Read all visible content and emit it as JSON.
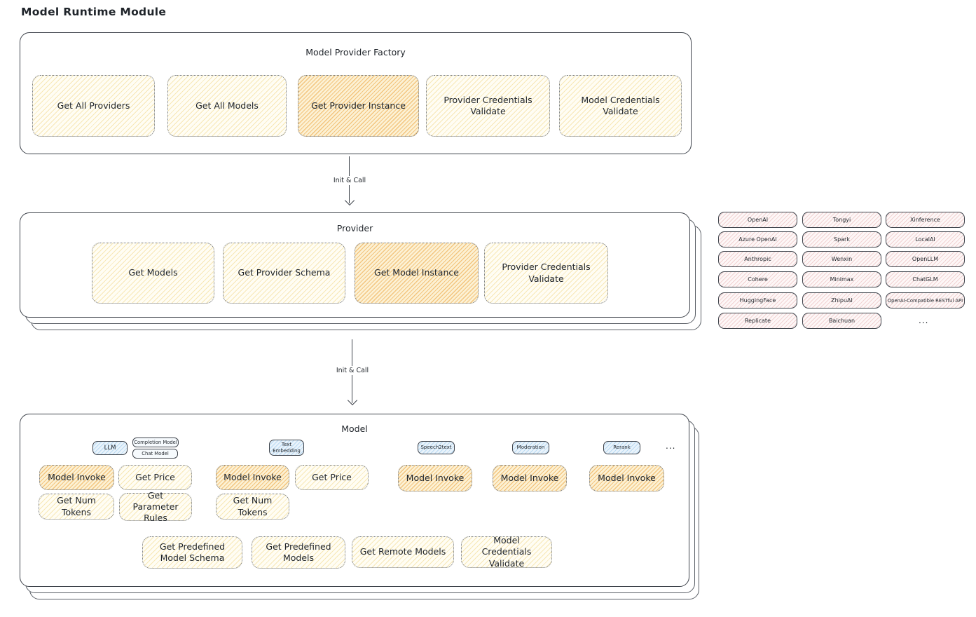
{
  "page_title": "Model Runtime Module",
  "connectors": {
    "arrow1_label": "Init & Call",
    "arrow2_label": "Init & Call"
  },
  "factory": {
    "title": "Model Provider Factory",
    "buttons": [
      "Get All Providers",
      "Get All Models",
      "Get Provider Instance",
      "Provider Credentials Validate",
      "Model Credentials Validate"
    ],
    "highlighted_button": "Get Provider Instance"
  },
  "provider": {
    "title": "Provider",
    "buttons": [
      "Get Models",
      "Get Provider Schema",
      "Get Model Instance",
      "Provider Credentials Validate"
    ],
    "highlighted_button": "Get Model Instance"
  },
  "provider_registry": {
    "items": [
      "OpenAI",
      "Tongyi",
      "Xinference",
      "Azure OpenAI",
      "Spark",
      "LocalAI",
      "Anthropic",
      "Wenxin",
      "OpenLLM",
      "Cohere",
      "Minimax",
      "ChatGLM",
      "HuggingFace",
      "ZhipuAI",
      "OpenAI-Compatible RESTful API",
      "Replicate",
      "Baichuan"
    ],
    "more": "..."
  },
  "model": {
    "title": "Model",
    "type_tags": {
      "llm": "LLM",
      "completion": "Completion Model",
      "chat": "Chat Model",
      "text_embedding": "Text Embedding",
      "speech2text": "Speech2text",
      "moderation": "Moderation",
      "rerank": "Rerank",
      "more": "..."
    },
    "actions": {
      "model_invoke": "Model Invoke",
      "get_price": "Get Price",
      "get_num_tokens": "Get Num Tokens",
      "get_parameter_rules": "Get Parameter Rules"
    },
    "shared_actions": [
      "Get Predefined Model Schema",
      "Get Predefined Models",
      "Get Remote Models",
      "Model Credentials Validate"
    ]
  },
  "colors": {
    "ink": "#3f444c",
    "ink_light": "#5a5f66",
    "dotted": "#6e737a",
    "text": "#1f242a",
    "yellow_base": "#fffdf4",
    "yellow_hatch": "#f7e7b5",
    "orange_base": "#fcf1d4",
    "orange_hatch": "#f3c57f",
    "pink_base": "#fdf7f7",
    "pink_hatch": "#f1d2d2",
    "blue_base": "#e9f3fb",
    "blue_hatch": "#badaf2",
    "tab_base": "#f6fafd"
  }
}
